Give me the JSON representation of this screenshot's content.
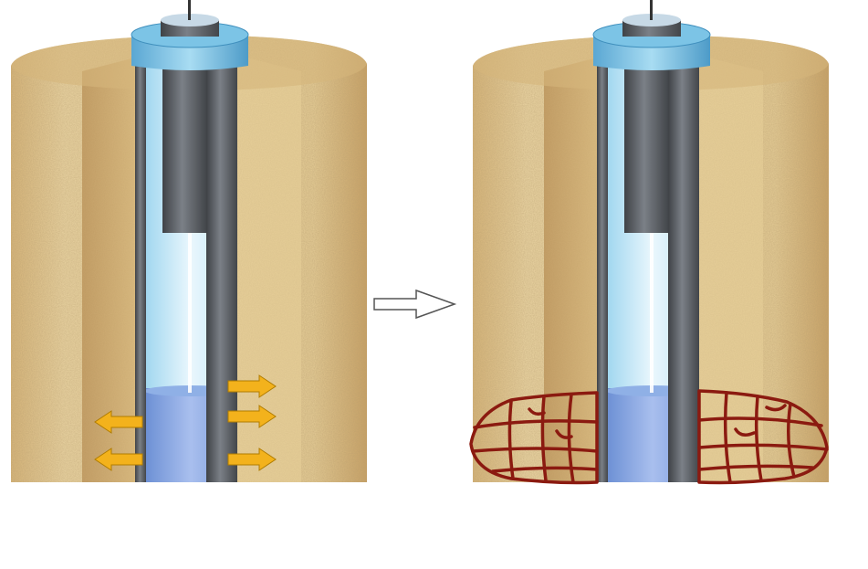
{
  "colors": {
    "background": "#ffffff",
    "sand_light": "#e9cf97",
    "sand_mid": "#d9b675",
    "sand_dark": "#b98d52",
    "hole_shadow": "#c49a5e",
    "casing_blue": "#7ec3e3",
    "casing_rim": "#4fa3cf",
    "pipe_gray": "#5e6267",
    "tube_glass": "#cfeaf7",
    "fluid_blue": "#7f9fdd",
    "arrow_fill": "#f3b21c",
    "arrow_stroke": "#b07c00",
    "fracture": "#8b1a10",
    "transition_arrow": "#555555"
  },
  "panels": [
    {
      "id": "before",
      "state": "fluid-injection",
      "arrows": "outward-pressure"
    },
    {
      "id": "after",
      "state": "fractured-formation",
      "fractures": "grid-network"
    }
  ],
  "transition": {
    "icon": "right-arrow-icon"
  }
}
